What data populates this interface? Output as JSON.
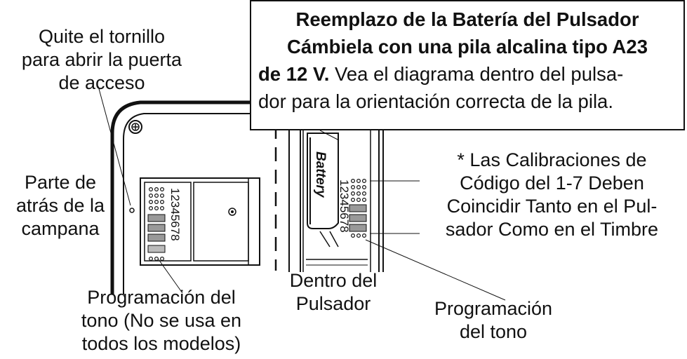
{
  "callout": {
    "title_line1": "Reemplazo de la Batería del Pulsador",
    "title_line2": "Cámbiela con una pila alcalina tipo A23",
    "bold_line3": "de 12 V.",
    "rest_line3": " Vea el diagrama dentro del pulsa-",
    "line4": "dor para la orientación correcta de la pila."
  },
  "labels": {
    "screw": [
      "Quite el tornillo",
      "para abrir la puerta",
      "de acceso"
    ],
    "back": [
      "Parte de",
      "atrás de la",
      "campana"
    ],
    "prog_left": [
      "Programación del",
      "tono (No se usa en",
      "todos los modelos)"
    ],
    "inside": [
      "Dentro del",
      "Pulsador"
    ],
    "prog_right": [
      "Programación",
      "del tono"
    ],
    "calibration": [
      "* Las Calibraciones de",
      "Código del 1-7 Deben",
      "Coincidir Tanto en el Pul-",
      "sador Como en el Timbre"
    ]
  },
  "battery_text": "Battery",
  "dip_numbers": "12345678"
}
